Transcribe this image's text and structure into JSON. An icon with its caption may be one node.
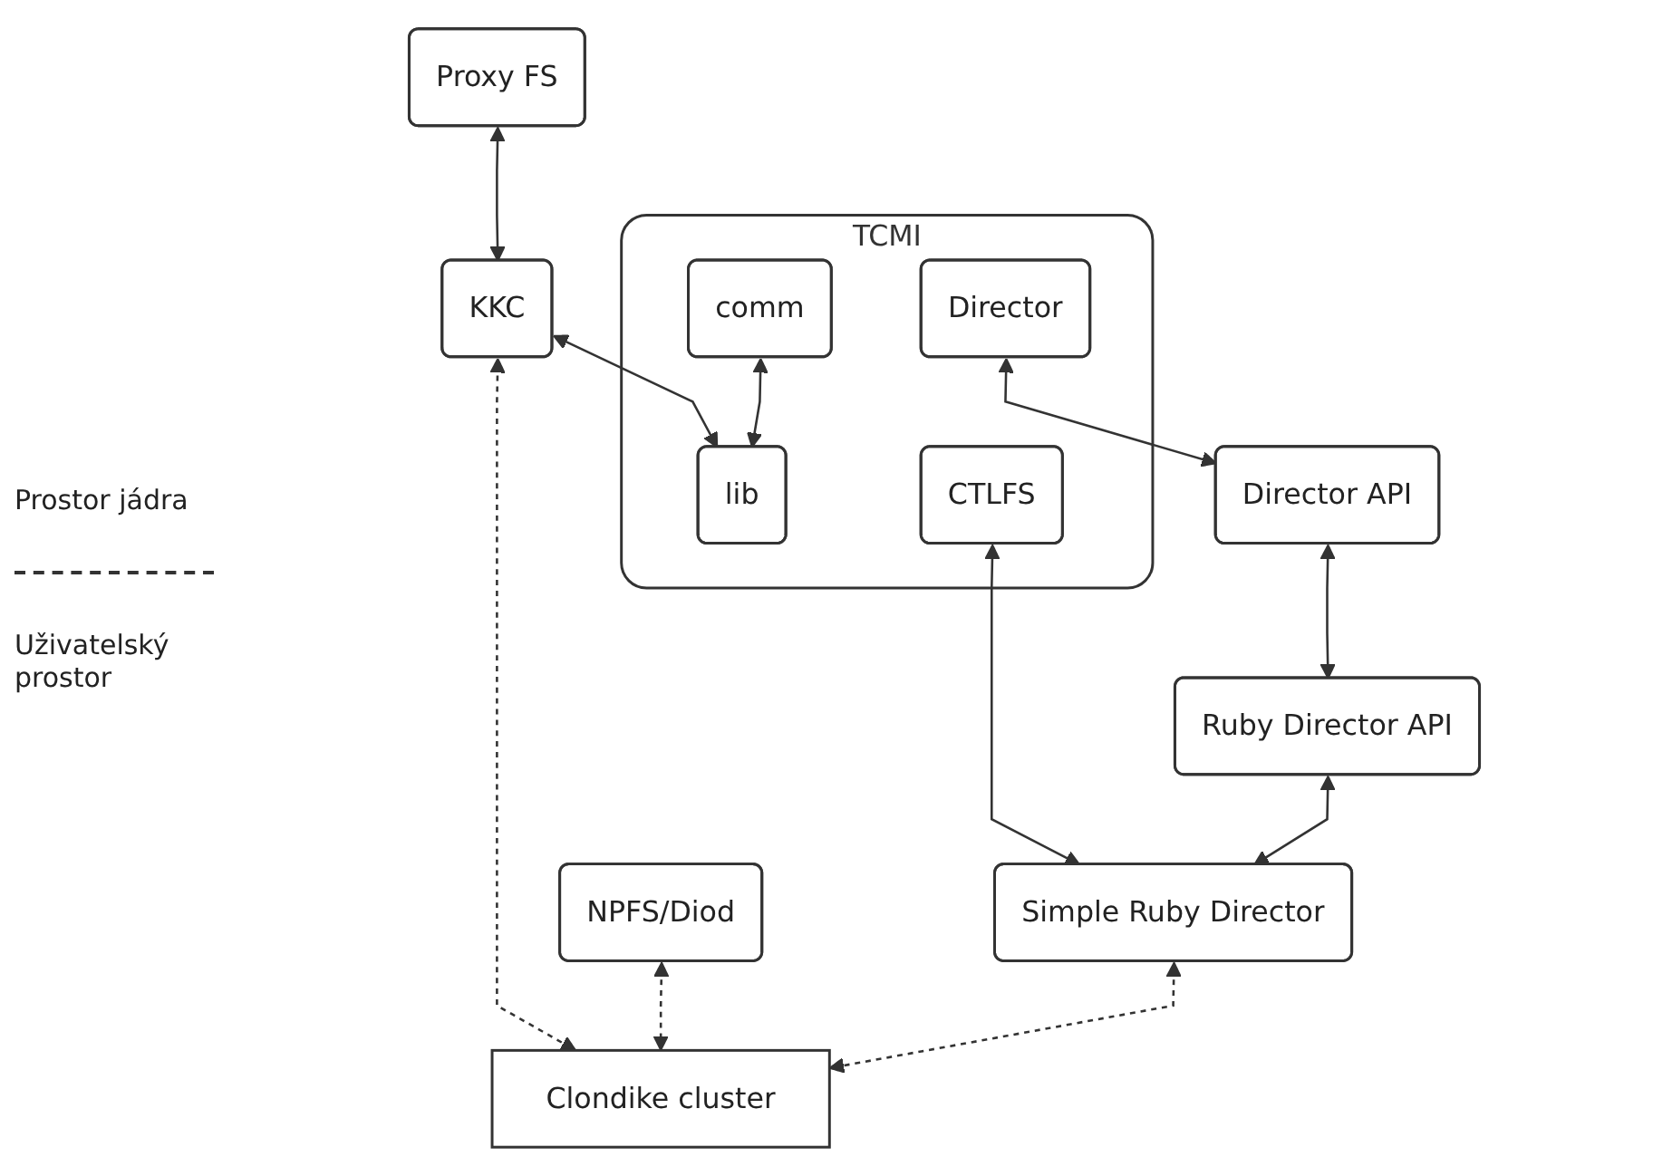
{
  "diagram": {
    "nodes": [
      {
        "text": [
          "Proxy FS"
        ]
      },
      {
        "text": [
          "KKC"
        ]
      },
      {
        "text": [
          "TCMI"
        ]
      },
      {
        "text": [
          "comm"
        ],
        "in": 2
      },
      {
        "text": [
          "lib"
        ],
        "in": 2
      },
      {
        "text": [
          "CTLFS"
        ],
        "in": 2
      },
      {
        "text": [
          "Director"
        ],
        "in": 2
      },
      {
        "text": [
          "Clondike cluster"
        ]
      },
      {
        "text": [
          "Director API"
        ]
      },
      {
        "text": [
          "NPFS/Diod"
        ]
      },
      {
        "text": [
          "Ruby Director API"
        ]
      },
      {
        "text": [
          "Simple Ruby Director"
        ]
      }
    ],
    "edges": [
      {
        "from": 0,
        "to": 1,
        "arrow": "both"
      },
      {
        "from": 1,
        "to": 4,
        "arrow": "both"
      },
      {
        "from": 3,
        "to": 4,
        "arrow": "both"
      },
      {
        "from": 1,
        "to": 7,
        "arrow": "both",
        "style": "dashed"
      },
      {
        "from": 5,
        "to": 11,
        "arrow": "both"
      },
      {
        "from": 6,
        "to": 8,
        "arrow": "both"
      },
      {
        "from": 8,
        "to": 10,
        "arrow": "both"
      },
      {
        "from": 10,
        "to": 11,
        "arrow": "both"
      },
      {
        "from": 9,
        "to": 7,
        "arrow": "both",
        "style": "dashed"
      },
      {
        "from": 11,
        "to": 7,
        "arrow": "both",
        "style": "dashed"
      }
    ],
    "labels": [
      "Prostor jádra",
      "Uživatelský prostor"
    ]
  }
}
